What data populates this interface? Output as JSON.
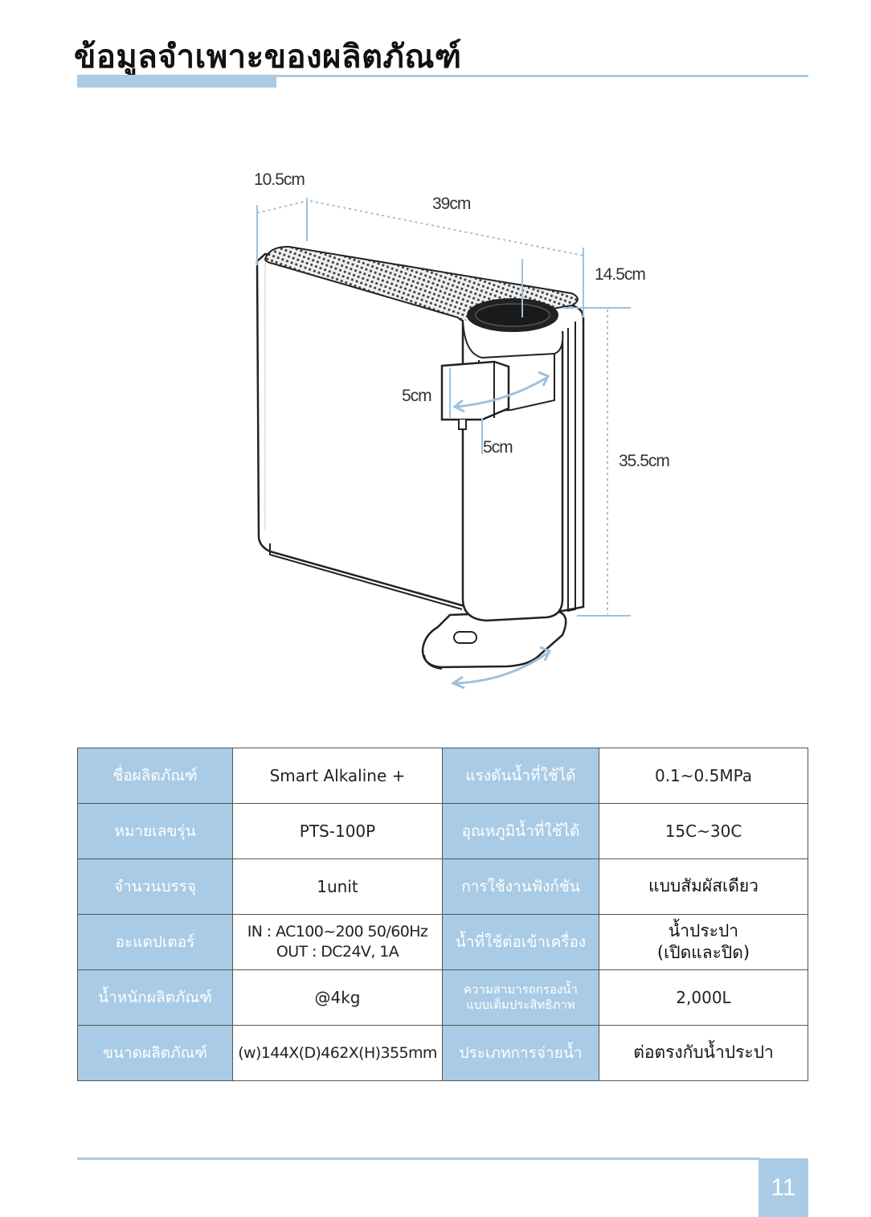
{
  "header": {
    "title": "ข้อมูลจำเพาะของผลิตภัณฑ์"
  },
  "diagram": {
    "dims": {
      "depth": "10.5cm",
      "width": "39cm",
      "nozzle_depth": "14.5cm",
      "spout_h": "5cm",
      "spout_v": "5cm",
      "height": "35.5cm"
    }
  },
  "specs": {
    "rows": [
      {
        "label1": "ชื่อผลิตภัณฑ์",
        "value1": "Smart Alkaline +",
        "label2": "แรงดันน้ำที่ใช้ได้",
        "value2": "0.1~0.5MPa"
      },
      {
        "label1": "หมายเลขรุ่น",
        "value1": "PTS-100P",
        "label2": "อุณหภูมิน้ำที่ใช้ได้",
        "value2": "15C~30C"
      },
      {
        "label1": "จำนวนบรรจุ",
        "value1": "1unit",
        "label2": "การใช้งานฟังก์ชัน",
        "value2": "แบบสัมผัสเดียว"
      },
      {
        "label1": "อะแดปเตอร์",
        "value1_line1": "IN : AC100~200 50/60Hz",
        "value1_line2": "OUT : DC24V, 1A",
        "label2": "น้ำที่ใช้ต่อเข้าเครื่อง",
        "value2_line1": "น้ำประปา",
        "value2_line2": "(เปิดและปิด)"
      },
      {
        "label1": "น้ำหนักผลิตภัณฑ์",
        "value1": "@4kg",
        "label2_line1": "ความสามารถกรองน้ำ",
        "label2_line2": "แบบเต็มประสิทธิภาพ",
        "value2": "2,000L"
      },
      {
        "label1": "ขนาดผลิตภัณฑ์",
        "value1": "(w)144X(D)462X(H)355mm",
        "label2": "ประเภทการจ่ายน้ำ",
        "value2": "ต่อตรงกับน้ำประปา"
      }
    ]
  },
  "footer": {
    "page_number": "11"
  },
  "colors": {
    "accent": "#a9cbe5",
    "border": "#555555"
  }
}
